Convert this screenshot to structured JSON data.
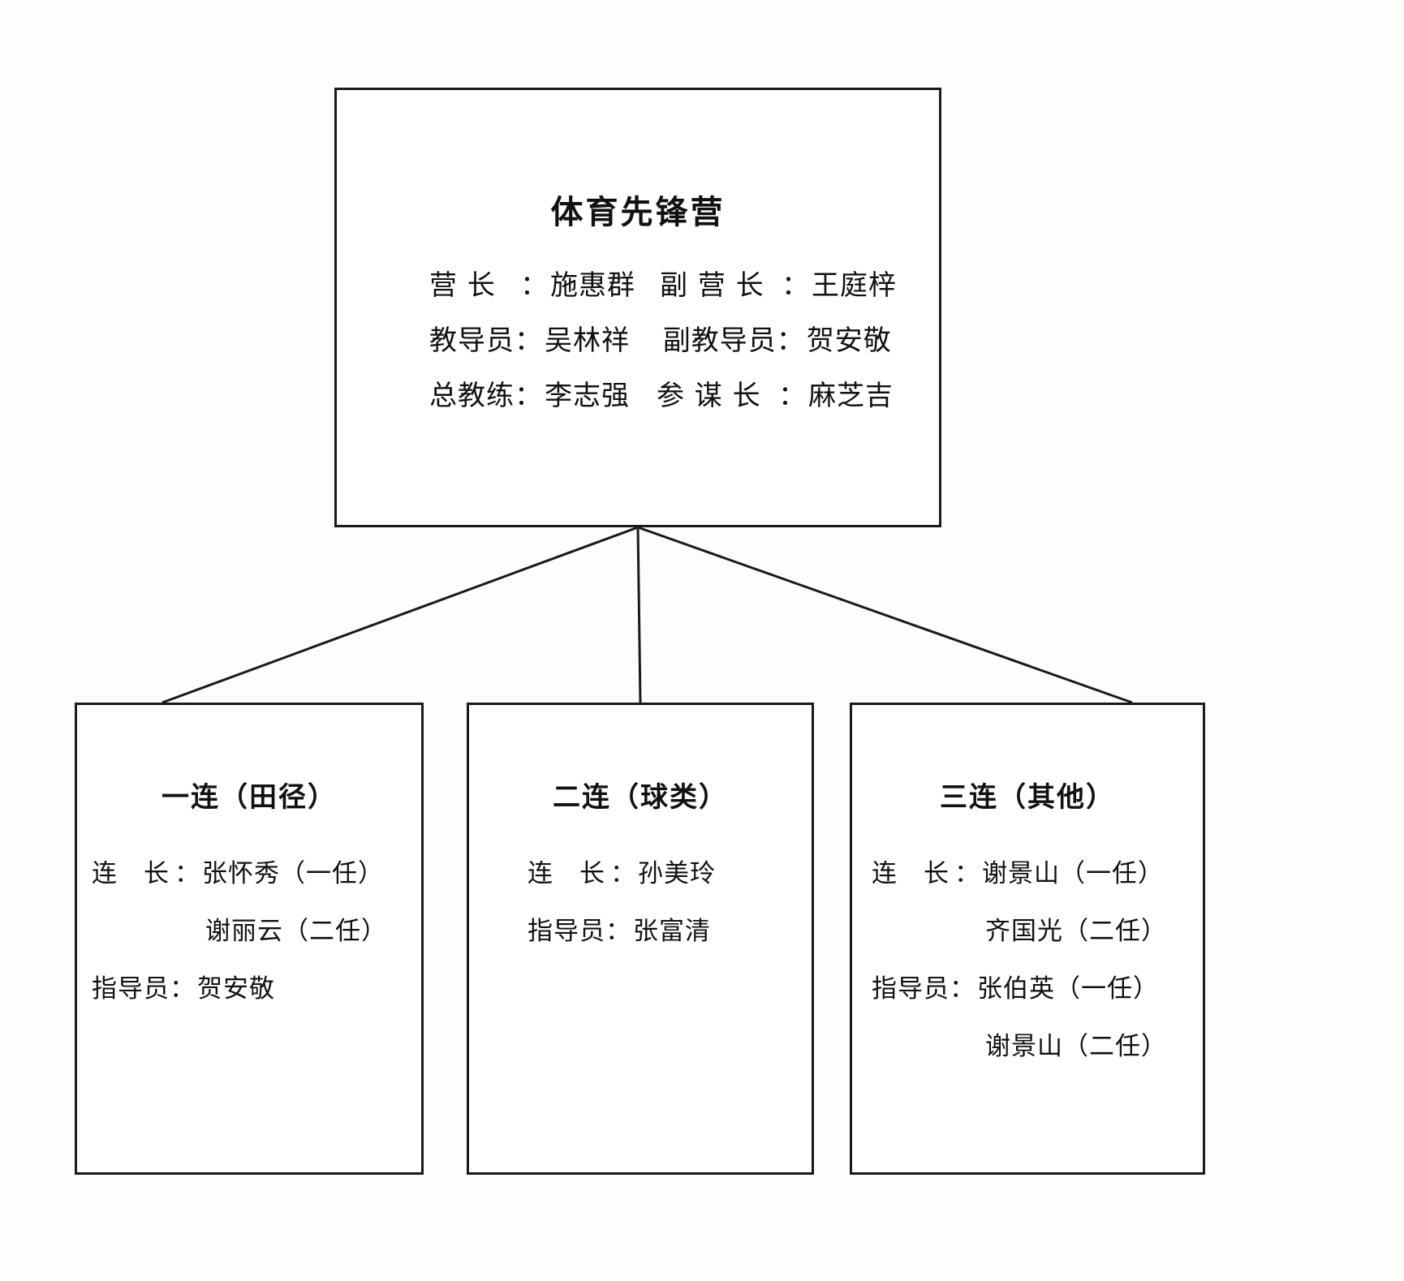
{
  "document": {
    "type": "organization-chart",
    "language": "zh-CN"
  },
  "root": {
    "title": "体育先锋营",
    "rows": [
      {
        "left": {
          "label": "营　长",
          "label_chars": "营 长",
          "colon": "：",
          "name": "施惠群"
        },
        "right": {
          "label": "副 营 长",
          "label_chars": "副 营 长",
          "colon": "：",
          "name": "王庭梓"
        }
      },
      {
        "left": {
          "label": "教导员",
          "label_chars": "教导员",
          "colon": "：",
          "name": "吴林祥"
        },
        "right": {
          "label": "副教导员",
          "label_chars": "副教导员",
          "colon": "：",
          "name": "贺安敬"
        }
      },
      {
        "left": {
          "label": "总教练",
          "label_chars": "总教练",
          "colon": "：",
          "name": "李志强"
        },
        "right": {
          "label": "参 谋 长",
          "label_chars": "参 谋 长",
          "colon": "：",
          "name": "麻芝吉"
        }
      }
    ]
  },
  "children": [
    {
      "title": "一连（田径）",
      "rows": [
        {
          "label": "连　长",
          "colon": "：",
          "value": "张怀秀（一任）",
          "indent": false
        },
        {
          "label": "",
          "colon": "",
          "value": "谢丽云（二任）",
          "indent": true
        },
        {
          "label": "指导员",
          "colon": "：",
          "value": "贺安敬",
          "indent": false
        }
      ]
    },
    {
      "title": "二连（球类）",
      "rows": [
        {
          "label": "连　长",
          "colon": "：",
          "value": "孙美玲",
          "indent": false
        },
        {
          "label": "指导员",
          "colon": "：",
          "value": "张富清",
          "indent": false
        }
      ]
    },
    {
      "title": "三连（其他）",
      "rows": [
        {
          "label": "连　长",
          "colon": "：",
          "value": "谢景山（一任）",
          "indent": false
        },
        {
          "label": "",
          "colon": "",
          "value": "齐国光（二任）",
          "indent": true
        },
        {
          "label": "指导员",
          "colon": "：",
          "value": "张伯英（一任）",
          "indent": false
        },
        {
          "label": "",
          "colon": "",
          "value": "谢景山（二任）",
          "indent": true
        }
      ]
    }
  ],
  "colors": {
    "ink": "#1a1a1a",
    "paper": "#fdfdfc"
  }
}
